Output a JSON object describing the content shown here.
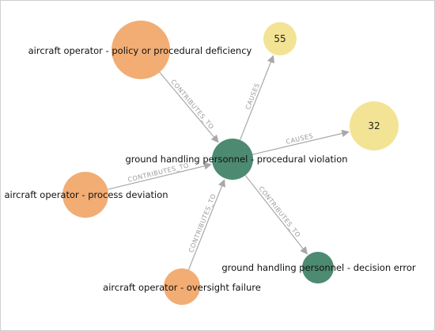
{
  "colors": {
    "factor_node": "#f2ad74",
    "central_node": "#4d8a72",
    "outcome_node": "#f2e494",
    "edge": "#a8a8a8",
    "edge_label": "#9a9a9a"
  },
  "nodes": [
    {
      "id": "n_policy",
      "label": "aircraft operator - policy or procedural deficiency",
      "color_key": "factor_node"
    },
    {
      "id": "n_process",
      "label": "aircraft operator - process deviation",
      "color_key": "factor_node"
    },
    {
      "id": "n_oversight",
      "label": "aircraft operator - oversight failure",
      "color_key": "factor_node"
    },
    {
      "id": "n_violation",
      "label": "ground handling personnel - procedural violation",
      "color_key": "central_node"
    },
    {
      "id": "n_decision",
      "label": "ground handling personnel - decision error",
      "color_key": "central_node"
    },
    {
      "id": "n_55",
      "label": "55",
      "color_key": "outcome_node"
    },
    {
      "id": "n_32",
      "label": "32",
      "color_key": "outcome_node"
    }
  ],
  "edges": [
    {
      "from": "n_policy",
      "to": "n_violation",
      "label": "CONTRIBUTES_TO"
    },
    {
      "from": "n_process",
      "to": "n_violation",
      "label": "CONTRIBUTES_TO"
    },
    {
      "from": "n_oversight",
      "to": "n_violation",
      "label": "CONTRIBUTES_TO"
    },
    {
      "from": "n_violation",
      "to": "n_decision",
      "label": "CONTRIBUTES_TO"
    },
    {
      "from": "n_violation",
      "to": "n_55",
      "label": "CAUSES"
    },
    {
      "from": "n_violation",
      "to": "n_32",
      "label": "CAUSES"
    }
  ]
}
